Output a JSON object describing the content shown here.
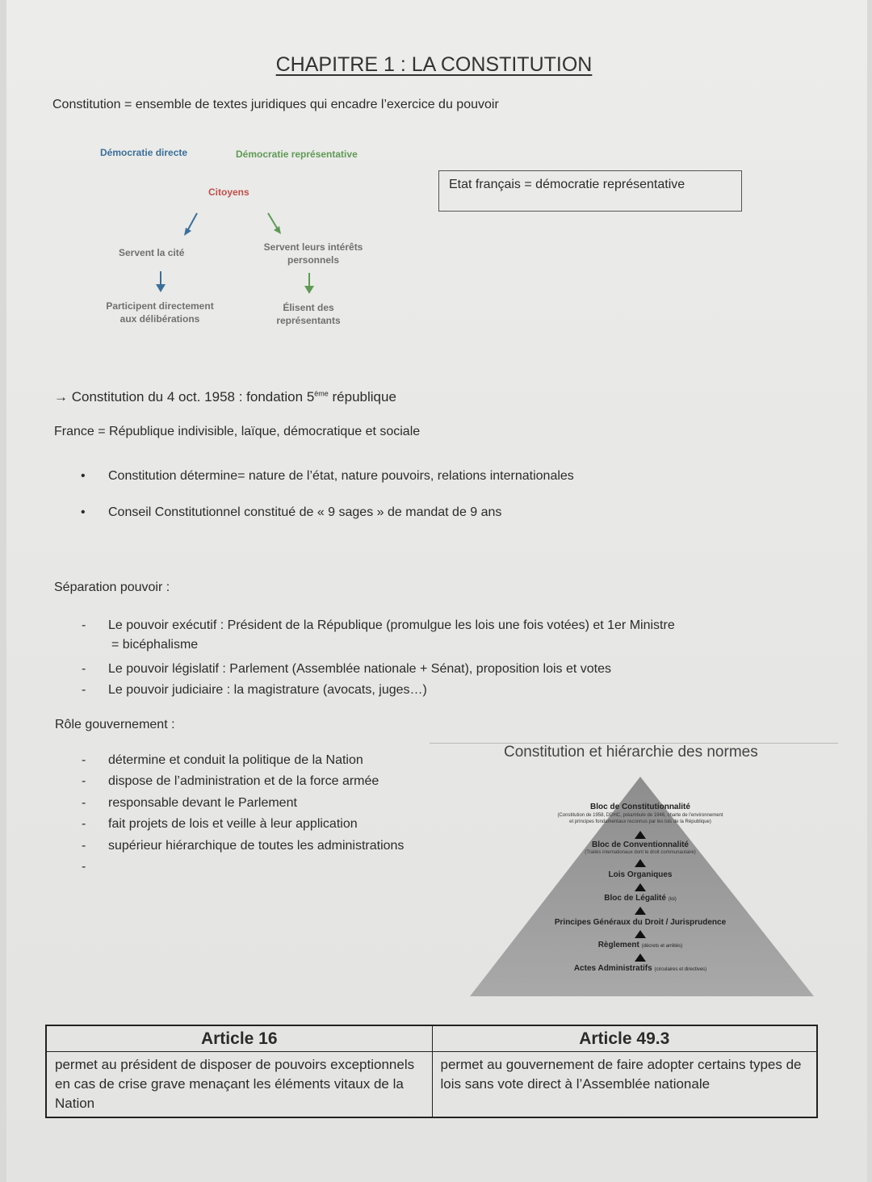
{
  "title": "CHAPITRE 1 : LA CONSTITUTION",
  "definition": "Constitution = ensemble de textes juridiques qui encadre l’exercice du pouvoir",
  "diagram": {
    "left_type": "Démocratie directe",
    "right_type": "Démocratie représentative",
    "root": "Citoyens",
    "left_level1": "Servent la cité",
    "left_level2_line1": "Participent directement",
    "left_level2_line2": "aux délibérations",
    "right_level1_line1": "Servent leurs intérêts",
    "right_level1_line2": "personnels",
    "right_level2_line1": "Élisent des",
    "right_level2_line2": "représentants",
    "colors": {
      "blue": "#3a6f9a",
      "green": "#5f9a55",
      "red": "#c0504d"
    }
  },
  "etat_box": "Etat français = démocratie représentative",
  "constitution_date_prefix": "→ Constitution du 4 oct. 1958 : fondation 5",
  "constitution_date_sup": "ème",
  "constitution_date_suffix": " république",
  "france": "France = République indivisible, laïque, démocratique et sociale",
  "bullets": [
    "Constitution détermine= nature de l’état, nature pouvoirs, relations internationales",
    "Conseil Constitutionnel constitué de « 9 sages » de mandat de 9 ans"
  ],
  "separation": {
    "heading": "Séparation pouvoir :",
    "items": [
      "Le pouvoir exécutif : Président de la République (promulgue les lois une fois votées) et 1er Ministre",
      "= bicéphalisme",
      "Le pouvoir législatif : Parlement (Assemblée nationale + Sénat), proposition lois et votes",
      "Le pouvoir judiciaire : la magistrature (avocats, juges…)"
    ]
  },
  "gouvernement": {
    "heading": "Rôle gouvernement :",
    "items": [
      "détermine et conduit la politique de la Nation",
      "dispose de l’administration et de la force armée",
      "responsable devant le Parlement",
      "fait projets de lois et veille à leur application",
      "supérieur hiérarchique de toutes les administrations",
      ""
    ]
  },
  "pyramid": {
    "title": "Constitution et hiérarchie des normes",
    "levels": [
      {
        "label": "Bloc de Constitutionnalité",
        "sub": "(Constitution de 1958, DDHC, préambule de 1946, charte de l’environnement"
      },
      {
        "label": "",
        "sub": "et principes fondamentaux reconnus par les lois de la République)"
      },
      {
        "label": "Bloc de Conventionnalité",
        "sub": "(Traités internationaux dont le droit communautaire)"
      },
      {
        "label": "Lois Organiques",
        "sub": ""
      },
      {
        "label": "Bloc de Légalité",
        "sub": "(loi)"
      },
      {
        "label": "Principes Généraux du Droit / Jurisprudence",
        "sub": ""
      },
      {
        "label": "Règlement",
        "sub": "(décrets et arrêtés)"
      },
      {
        "label": "Actes Administratifs",
        "sub": "(circulaires et directives)"
      }
    ]
  },
  "articles": [
    {
      "title": "Article 16",
      "text": "permet au président de disposer de pouvoirs exceptionnels en cas de crise grave menaçant les éléments vitaux de la Nation"
    },
    {
      "title": "Article 49.3",
      "text": "permet au gouvernement de faire adopter certains types de lois sans vote direct à l’Assemblée nationale"
    }
  ]
}
